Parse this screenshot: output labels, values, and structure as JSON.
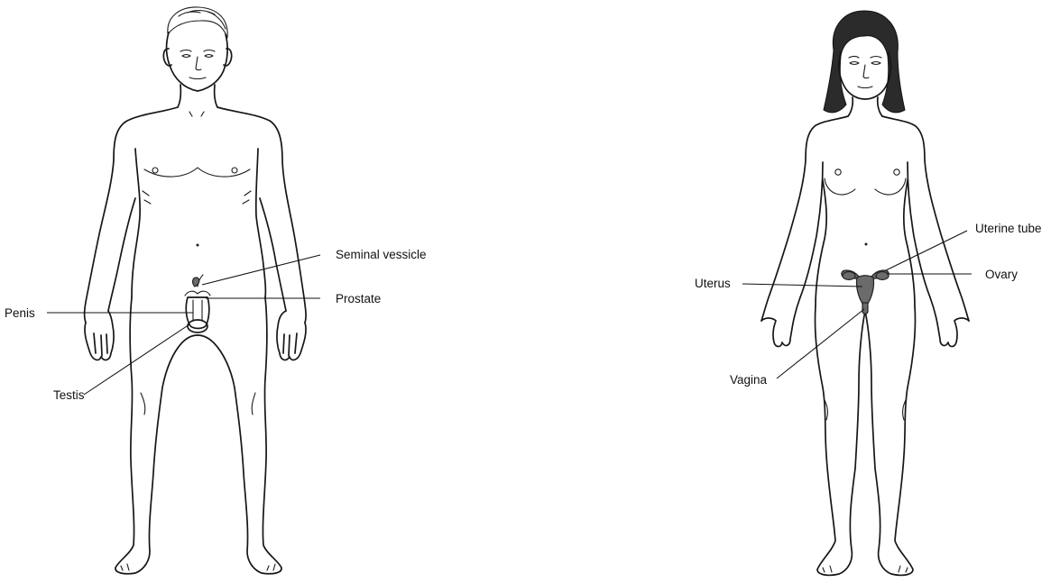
{
  "male_labels": {
    "seminal_vessicle": "Seminal vessicle",
    "prostate": "Prostate",
    "penis": "Penis",
    "testis": "Testis"
  },
  "female_labels": {
    "uterine_tube": "Uterine tube",
    "uterus": "Uterus",
    "ovary": "Ovary",
    "vagina": "Vagina"
  },
  "colors": {
    "line": "#161616",
    "organ_fill": "#6b6b6b",
    "hair": "#2b2b2b",
    "background": "#ffffff"
  }
}
